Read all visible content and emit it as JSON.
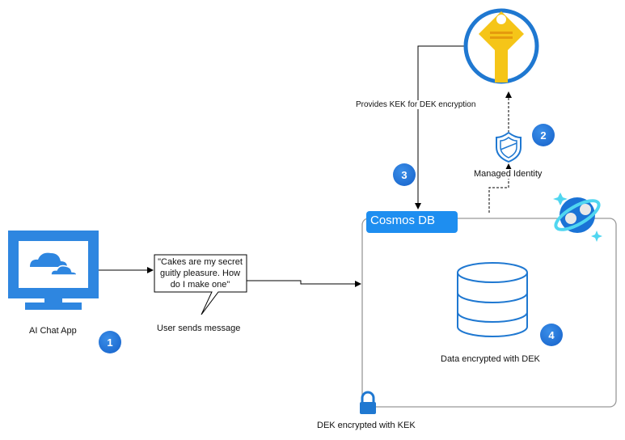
{
  "nodes": {
    "app": {
      "label": "AI Chat App"
    },
    "message": {
      "text": "\"Cakes are my secret guitly pleasure. How do I make one\"",
      "caption": "User sends message"
    },
    "keyvault": {
      "edge_label": "Provides KEK for DEK encryption"
    },
    "identity": {
      "label": "Managed Identity"
    },
    "cosmos": {
      "title": "Cosmos DB",
      "data_label": "Data encrypted with DEK",
      "lock_label": "DEK encrypted with KEK"
    }
  },
  "steps": [
    "1",
    "2",
    "3",
    "4"
  ],
  "colors": {
    "accent": "#1e8ef0",
    "app_blue": "#2e86e0",
    "key_yellow": "#f5c518",
    "ring_blue": "#1f78d1",
    "db_stroke": "#1f78d1"
  }
}
